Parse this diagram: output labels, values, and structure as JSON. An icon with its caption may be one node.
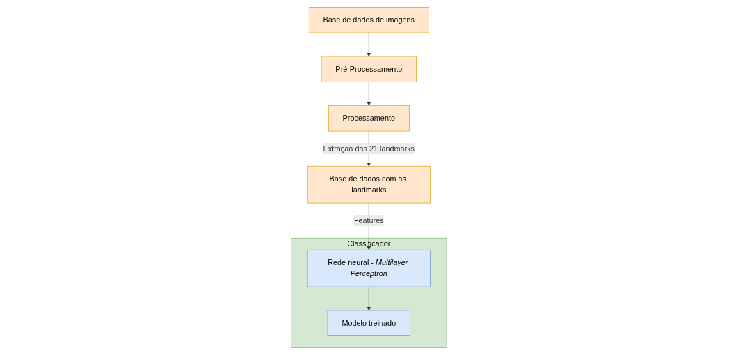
{
  "diagram": {
    "nodes": [
      {
        "text": [
          "Base de dados de imagens"
        ]
      },
      {
        "text": [
          "Pré-Processamento"
        ]
      },
      {
        "text": [
          "Processamento"
        ]
      },
      {
        "text": [
          "Base de dados com as landmarks"
        ]
      },
      {
        "text": [
          "Classificador"
        ]
      },
      {
        "text": [
          "Rede neural - *Multilayer Perceptron*"
        ],
        "in": 4
      },
      {
        "text": [
          "Modelo treinado"
        ],
        "in": 4
      }
    ],
    "edges": [
      {
        "from": 0,
        "to": 1,
        "arrow": "to"
      },
      {
        "from": 1,
        "to": 2,
        "arrow": "to"
      },
      {
        "from": 2,
        "to": 3,
        "arrow": "to",
        "label": "Extração das 21 landmarks"
      },
      {
        "from": 3,
        "to": 5,
        "arrow": "to",
        "label": "Features"
      },
      {
        "from": 5,
        "to": 6,
        "arrow": "to"
      }
    ]
  }
}
